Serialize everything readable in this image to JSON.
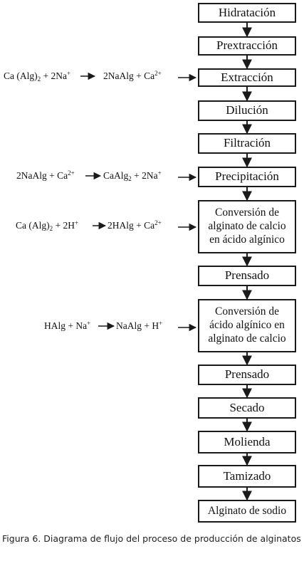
{
  "steps": [
    "Hidratación",
    "Prextracción",
    "Extracción",
    "Dilución",
    "Filtración",
    "Precipitación",
    "Conversión de\nalginato de calcio\nen ácido algínico",
    "Prensado",
    "Conversión de\nácido algínico en\nalginato de calcio",
    "Prensado",
    "Secado",
    "Molienda",
    "Tamizado",
    "Alginato de sodio"
  ],
  "equations": {
    "extraccion": {
      "lhs_1": "Ca (Alg)",
      "lhs_1_sub": "2",
      "lhs_2": " + 2Na",
      "lhs_2_sup": "+",
      "rhs_1": "2NaAlg + Ca",
      "rhs_1_sup": "2+"
    },
    "precipitacion": {
      "lhs_1": "2NaAlg + Ca",
      "lhs_1_sup": "2+",
      "rhs_1": "CaAlg",
      "rhs_1_sub": "2",
      "rhs_2": " + 2Na",
      "rhs_2_sup": "+"
    },
    "conversion_1": {
      "lhs_1": "Ca (Alg)",
      "lhs_1_sub": "2",
      "lhs_2": " + 2H",
      "lhs_2_sup": "+",
      "rhs_1": "2HAlg + Ca",
      "rhs_1_sup": "2+"
    },
    "conversion_2": {
      "lhs_1": "HAlg + Na",
      "lhs_1_sup": "+",
      "rhs_1": "NaAlg + H",
      "rhs_1_sup": "+"
    }
  },
  "caption": "Figura 6. Diagrama de flujo del proceso de producción de alginatos",
  "colors": {
    "line": "#1a1a1a",
    "text": "#111111",
    "background": "#ffffff"
  }
}
